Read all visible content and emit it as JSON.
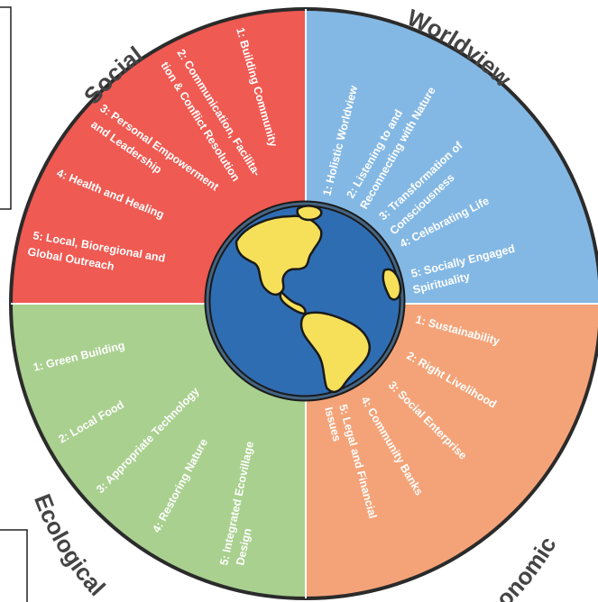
{
  "colors": {
    "social": "#ef5a52",
    "worldview": "#84b8e4",
    "economic": "#f4a378",
    "ecological": "#a9d08f",
    "outline": "#2b2b2b",
    "ocean": "#2f6db3",
    "land": "#f6e05a"
  },
  "quadrants": {
    "social": {
      "title": "Social",
      "items": [
        "1: Building Community",
        "2: Communication, Facilita-",
        "tion & Conflict Resolution",
        "3: Personal Empowerment",
        "and Leadership",
        "4: Health and Healing",
        "5: Local, Bioregional and",
        "Global Outreach"
      ]
    },
    "worldview": {
      "title": "Worldview",
      "items": [
        "1: Holistic Worldview",
        "2: Listening to and",
        "Reconnecting with Nature",
        "3: Transformation of",
        "Consciousness",
        "4: Celebrating Life",
        "5: Socially Engaged",
        "Spirituality"
      ]
    },
    "economic": {
      "title": "Economic",
      "items": [
        "1: Sustainability",
        "2: Right Livelihood",
        "3: Social Enterprise",
        "4: Community Banks",
        "5: Legal and Financial",
        "Issues"
      ]
    },
    "ecological": {
      "title": "Ecological",
      "items": [
        "1: Green Building",
        "2: Local Food",
        "3: Appropriate Technology",
        "4: Restoring Nature",
        "5: Integrated Ecovillage",
        "Design"
      ]
    }
  },
  "center_icon": "globe-icon"
}
